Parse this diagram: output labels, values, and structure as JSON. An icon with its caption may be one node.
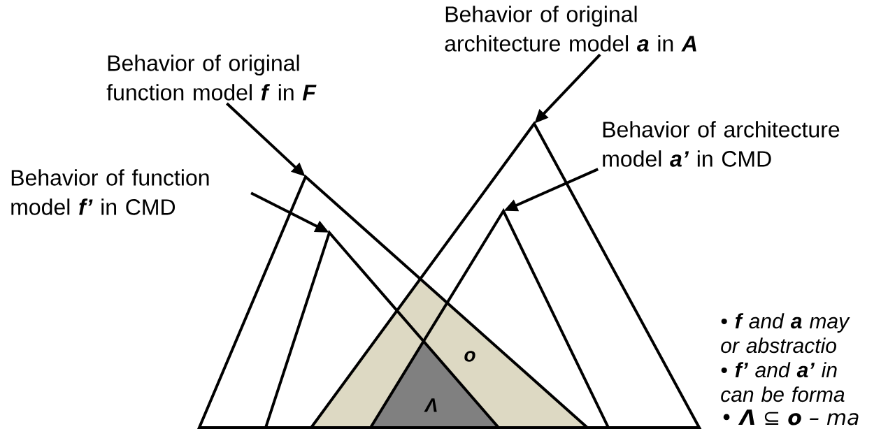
{
  "diagram": {
    "nodes": [
      {
        "text": [
          "Behavior of original function model **f** in **F**"
        ]
      },
      {
        "text": [
          "Behavior of function model **f’** in CMD"
        ]
      },
      {
        "text": [
          "Behavior of original architecture model **a** in **A**"
        ]
      },
      {
        "text": [
          "Behavior of architecture model **a’** in CMD"
        ]
      },
      {
        "text": [],
        "shape": "triangle"
      },
      {
        "text": [],
        "shape": "triangle",
        "in": 4
      },
      {
        "text": [],
        "shape": "triangle"
      },
      {
        "text": [],
        "shape": "triangle",
        "in": 6
      },
      {
        "text": [
          "o"
        ]
      },
      {
        "text": [
          "Λ"
        ]
      }
    ],
    "edges": [
      {
        "from": 0,
        "to": 4,
        "arrow": "to"
      },
      {
        "from": 1,
        "to": 5,
        "arrow": "to"
      },
      {
        "from": 2,
        "to": 6,
        "arrow": "to"
      },
      {
        "from": 3,
        "to": 7,
        "arrow": "to"
      }
    ],
    "labels": [
      "• **f** and **a** may or abstractio",
      "• **f’** and **a’** in can be forma",
      "• **Λ** ⊆ **o** – ma"
    ]
  }
}
